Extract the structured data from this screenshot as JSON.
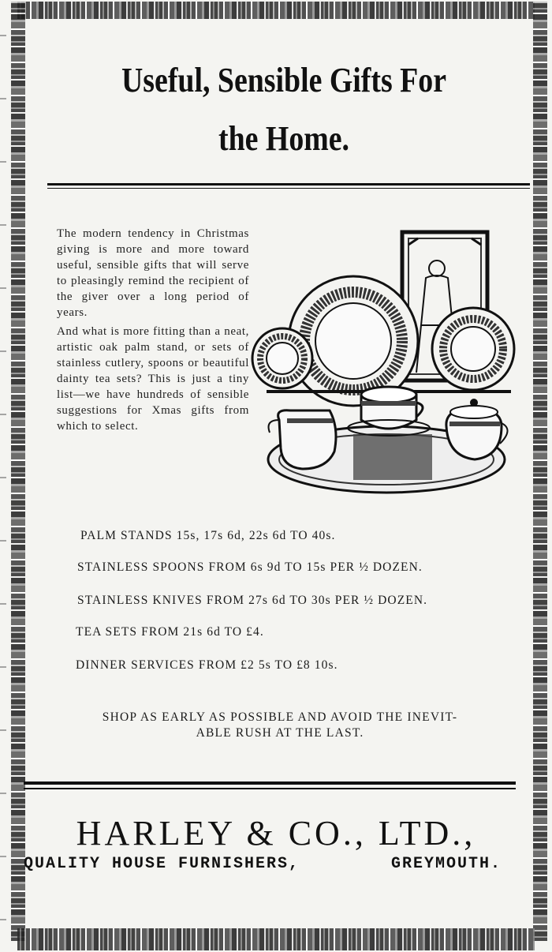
{
  "headline": {
    "line1": "Useful, Sensible Gifts For",
    "line2": "the Home."
  },
  "intro": {
    "paragraph1": "The modern tendency in Christmas giving is more and more toward useful, sensible gifts that will serve to pleasingly remind the recipient of the giver over a long period of years.",
    "paragraph2": "And what is more fitting than a neat, artistic oak palm stand, or sets of stainless cutlery, spoons or beautiful dainty tea sets? This is just a tiny list—we have hundreds of sensible suggestions for Xmas gifts from which to select."
  },
  "illustration": {
    "icon": "tea-set-illustration",
    "description_icon": "tea-set-icon"
  },
  "prices": [
    "PALM STANDS 15s, 17s 6d, 22s 6d TO 40s.",
    "STAINLESS SPOONS FROM 6s 9d TO 15s PER ½ DOZEN.",
    "STAINLESS KNIVES FROM 27s 6d TO 30s PER ½ DOZEN.",
    "TEA SETS FROM 21s 6d TO £4.",
    "DINNER SERVICES FROM £2 5s TO £8 10s."
  ],
  "advice": {
    "line1": "SHOP AS EARLY AS POSSIBLE AND AVOID THE INEVIT-",
    "line2": "ABLE RUSH AT THE LAST."
  },
  "firm": {
    "name": "HARLEY & CO., LTD.,",
    "tagline_left": "QUALITY HOUSE FURNISHERS,",
    "tagline_right": "GREYMOUTH."
  }
}
